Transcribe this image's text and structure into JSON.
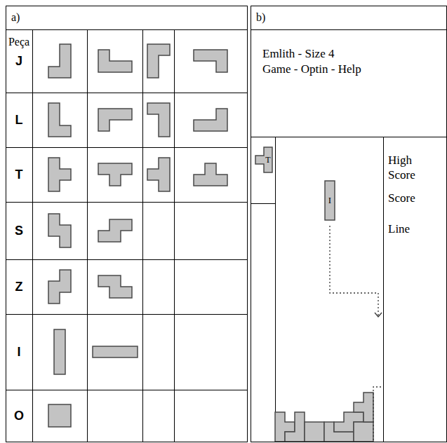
{
  "diagram": {
    "nodes": [
      {
        "text": [
          "a)"
        ]
      },
      {
        "text": [
          "b)"
        ]
      },
      {
        "text": [
          "T"
        ],
        "in": 1
      },
      {
        "text": [
          "I"
        ],
        "in": 1
      }
    ],
    "labels": [
      "Peça",
      "J",
      "L",
      "T",
      "S",
      "Z",
      "I",
      "O",
      "Emlith - Size 4",
      "Game - Optin - Help",
      "High Score",
      "Score",
      "Line"
    ]
  }
}
